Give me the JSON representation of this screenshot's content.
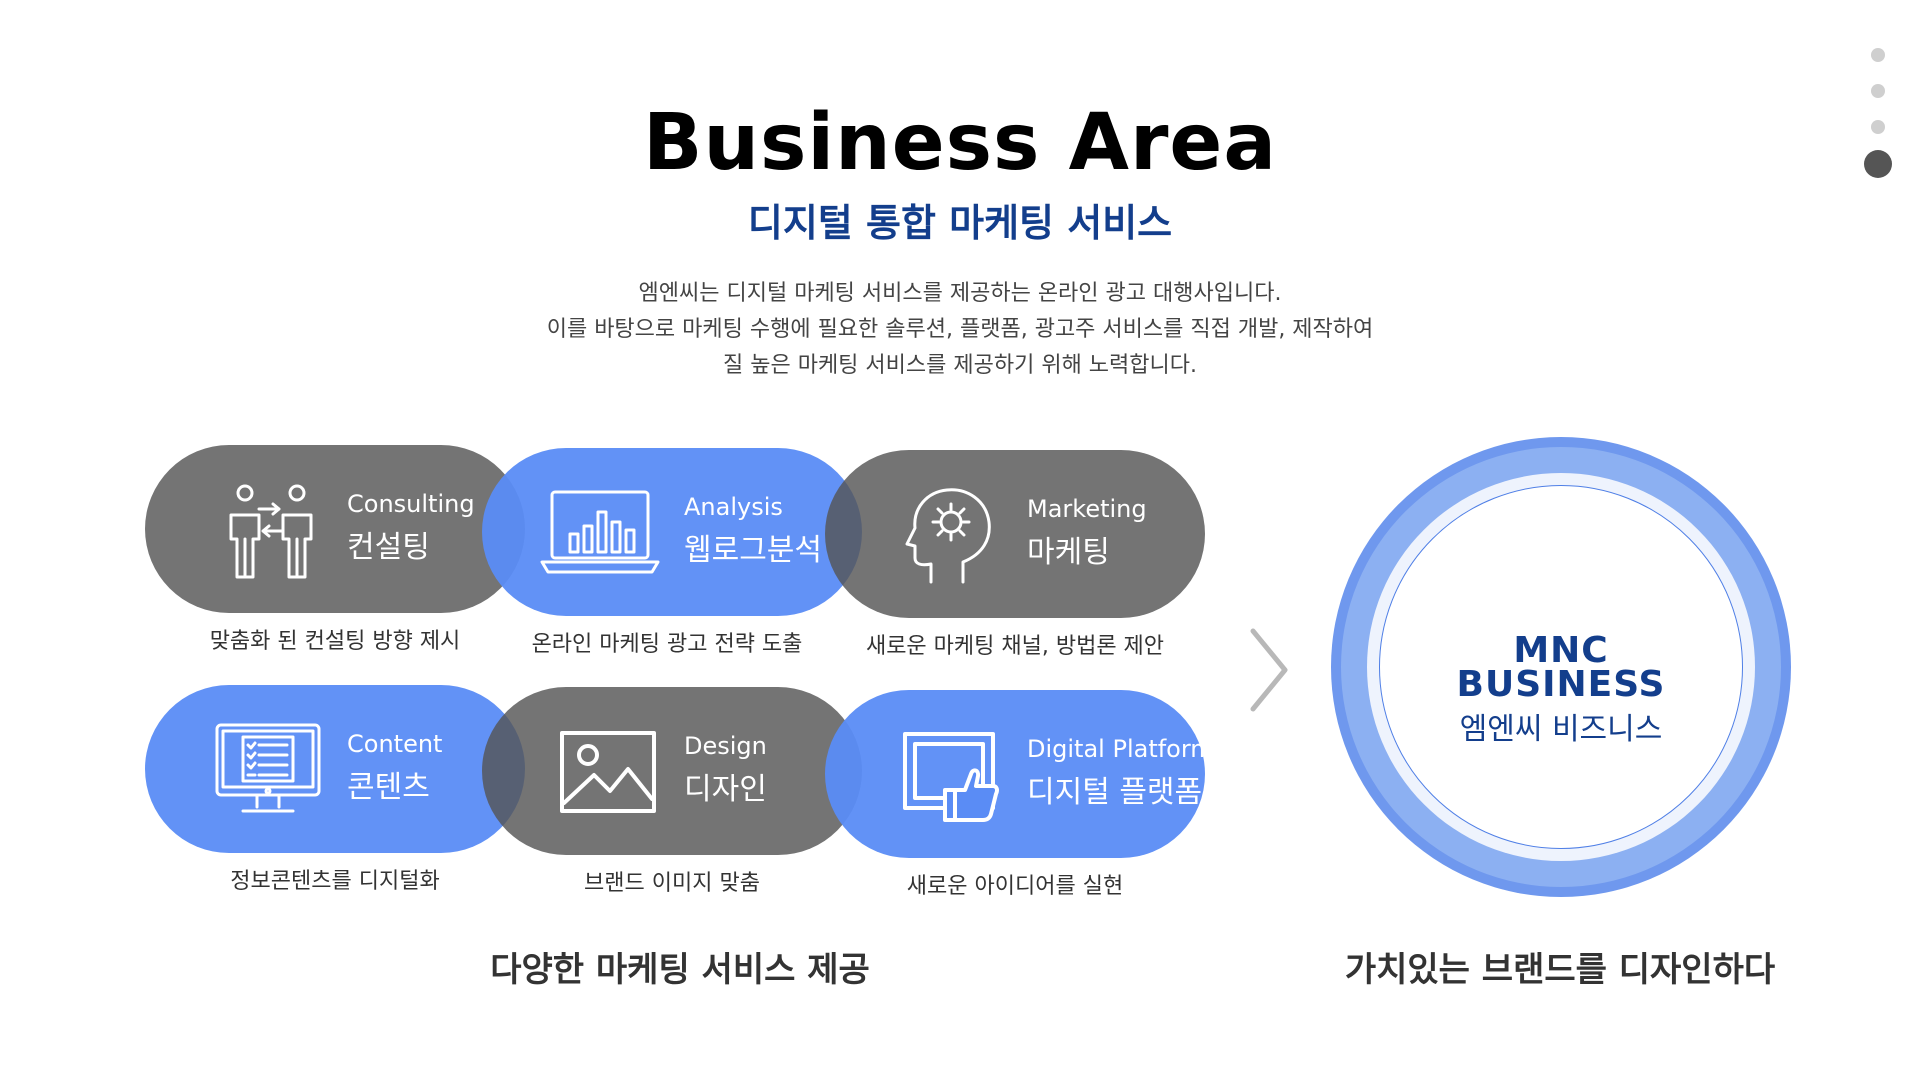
{
  "header": {
    "title": "Business Area",
    "subtitle": "디지털 통합 마케팅 서비스",
    "intro": [
      "엠엔씨는 디지털 마케팅 서비스를 제공하는 온라인 광고 대행사입니다.",
      "이를 바탕으로 마케팅 수행에 필요한 솔루션, 플랫폼, 광고주 서비스를 직접 개발, 제작하여",
      "질 높은 마케팅 서비스를 제공하기 위해 노력합니다."
    ]
  },
  "page_nav": {
    "total": 4,
    "active_index": 4
  },
  "services": [
    {
      "en": "Consulting",
      "ko": "컨설팅",
      "desc": "맞춤화 된 컨설팅 방향 제시",
      "icon": "consulting-people-icon",
      "color": "gray"
    },
    {
      "en": "Analysis",
      "ko": "웹로그분석",
      "desc": "온라인 마케팅 광고 전략 도출",
      "icon": "laptop-chart-icon",
      "color": "blue"
    },
    {
      "en": "Marketing",
      "ko": "마케팅",
      "desc": "새로운 마케팅 채널, 방법론 제안",
      "icon": "head-gear-icon",
      "color": "gray"
    },
    {
      "en": "Content",
      "ko": "콘텐츠",
      "desc": "정보콘텐츠를 디지털화",
      "icon": "monitor-checklist-icon",
      "color": "blue"
    },
    {
      "en": "Design",
      "ko": "디자인",
      "desc": "브랜드 이미지 맞춤",
      "icon": "image-icon",
      "color": "gray"
    },
    {
      "en": "Digital Platform",
      "ko": "디지털 플랫폼",
      "desc": "새로운 아이디어를 실현",
      "icon": "screen-thumbs-up-icon",
      "color": "blue"
    }
  ],
  "captions": {
    "left": "다양한 마케팅 서비스 제공",
    "right": "가치있는 브랜드를 디자인하다"
  },
  "brand": {
    "line1": "MNC",
    "line2": "BUSINESS",
    "ko": "엠엔씨 비즈니스"
  },
  "colors": {
    "navy": "#133e8c",
    "blue": "#5a8cf5",
    "gray": "#555555"
  }
}
